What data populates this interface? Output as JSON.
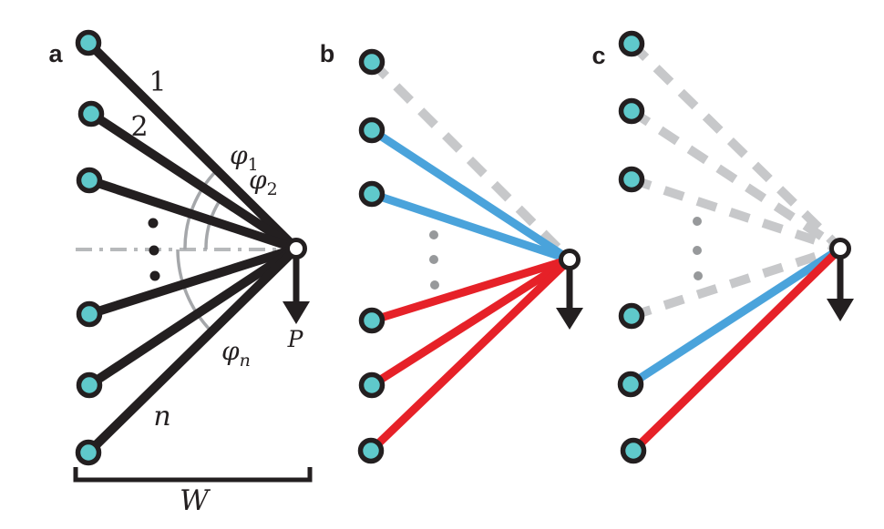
{
  "panels": {
    "a": {
      "label": "a",
      "bar_label_1": "1",
      "bar_label_2": "2",
      "bar_label_n": "n",
      "angle_phi": "φ",
      "angle_sub_1": "1",
      "angle_sub_2": "2",
      "angle_sub_n": "n",
      "load_label": "P",
      "width_label": "W"
    },
    "b": {
      "label": "b"
    },
    "c": {
      "label": "c"
    }
  },
  "colors": {
    "bar_black": "#231f20",
    "bar_blue": "#4aa3db",
    "bar_red": "#e62128",
    "bar_dashed_gray": "#c7c8ca",
    "node_fill_teal": "#5fc9cb",
    "node_fill_white": "#ffffff",
    "node_ring_black": "#231f20",
    "ellipsis_black": "#231f20",
    "ellipsis_gray": "#97999b",
    "angle_arc_gray": "#a5a7aa",
    "centerline_gray": "#b7b9bb",
    "arrow_black": "#231f20",
    "bracket_black": "#231f20"
  }
}
